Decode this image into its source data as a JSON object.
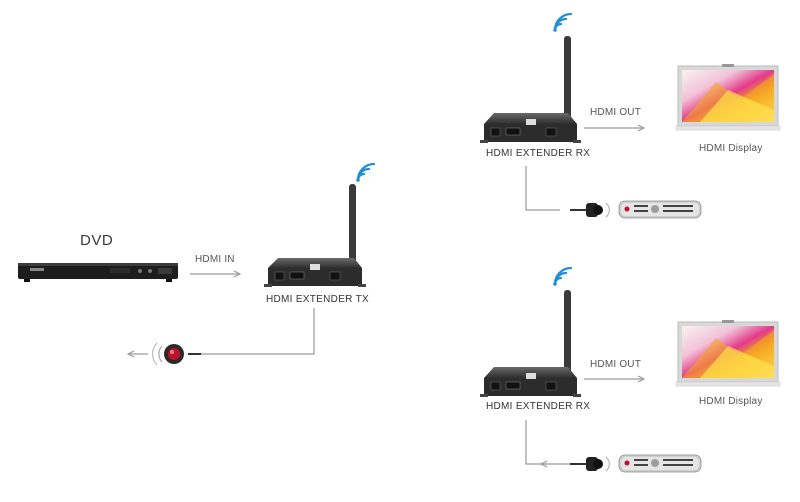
{
  "labels": {
    "dvd": "DVD",
    "hdmi_in": "HDMI IN",
    "tx": "HDMI EXTENDER TX",
    "rx1": "HDMI EXTENDER RX",
    "rx2": "HDMI EXTENDER RX",
    "hdmi_out_1": "HDMI OUT",
    "hdmi_out_2": "HDMI OUT",
    "display_1": "HDMI Display",
    "display_2": "HDMI Display"
  },
  "colors": {
    "wifi": "#1e8fd6",
    "device": "#3b3b3b",
    "arrow": "#9a9a9a",
    "ir_red": "#c0102a"
  },
  "icons": [
    "wifi-icon",
    "antenna-icon",
    "tv-icon",
    "remote-icon",
    "ir-receiver-icon",
    "ir-emitter-icon",
    "dvd-player-icon"
  ]
}
